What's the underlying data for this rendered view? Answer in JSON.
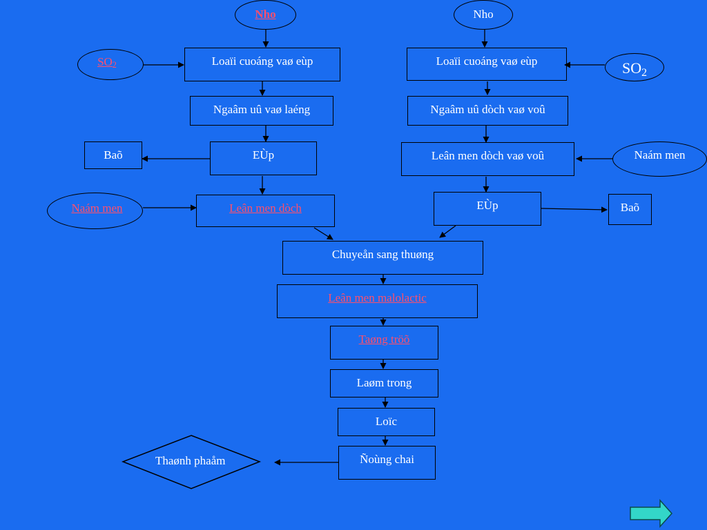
{
  "left": {
    "start": "Nho",
    "additive": {
      "base": "SO",
      "sub": "2"
    },
    "step1": "Loaïi cuoáng vaø eùp",
    "step2": "Ngaâm uû vaø laéng",
    "step3": "EÙp",
    "residue": "Baõ",
    "yeast": "Naám men",
    "step4": "Leân men dòch"
  },
  "right": {
    "start": "Nho",
    "additive": {
      "base": "SO",
      "sub": "2"
    },
    "step1": "Loaïi cuoáng vaø eùp",
    "step2": "Ngaâm uû dòch vaø voû",
    "yeast": "Naám men",
    "step3": "Leân men dòch vaø voû",
    "step4": "EÙp",
    "residue": "Baõ"
  },
  "center": {
    "transfer": "Chuyeån sang thuøng",
    "malolactic": "Leân men malolactic",
    "clarify": "Taøng tröõ",
    "clear": "Laøm trong",
    "filter": "Loïc",
    "bottle": "Ñoùng chai",
    "product": "Thaønh phaåm"
  },
  "colors": {
    "background": "#1a6cf0",
    "text": "#ffffff",
    "link": "#ff4f6d",
    "next_button": "#33d6c8"
  },
  "nav": {
    "icon": "right-arrow-icon"
  }
}
